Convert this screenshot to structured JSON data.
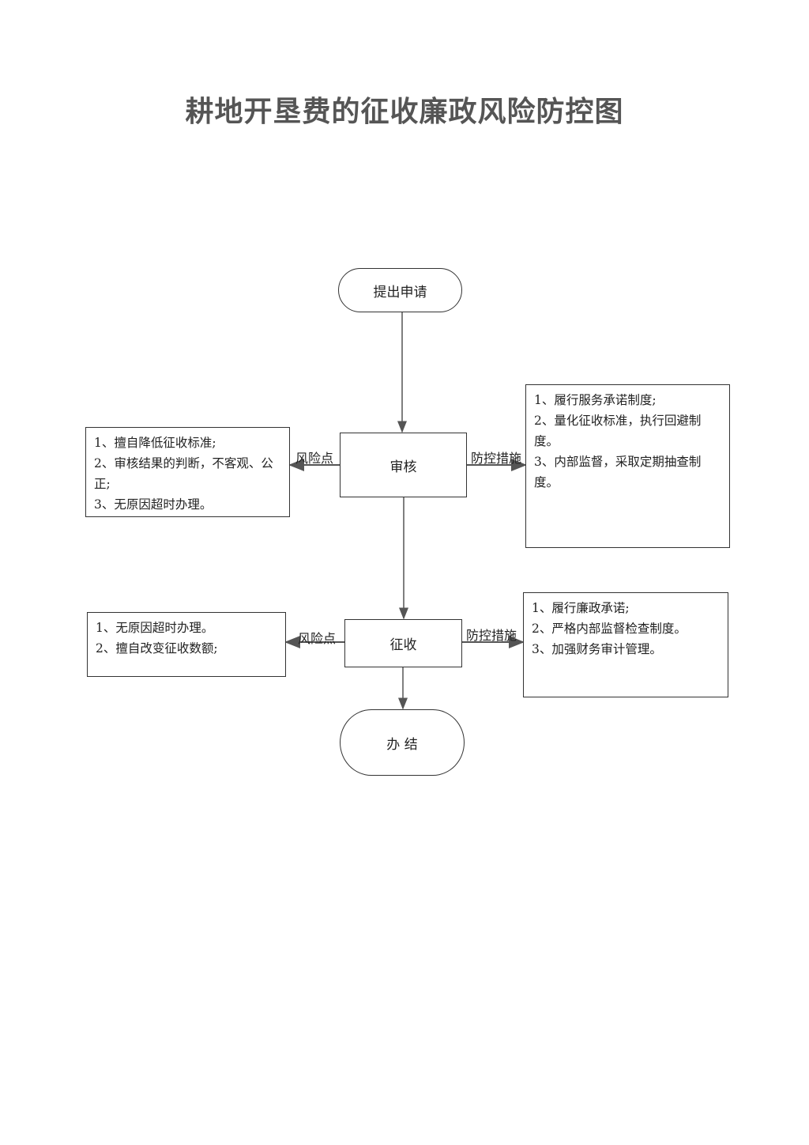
{
  "title": "耕地开垦费的征收廉政风险防控图",
  "nodes": {
    "start": "提出申请",
    "review": "审核",
    "collect": "征收",
    "end": "办 结"
  },
  "labels": {
    "risk": "风险点",
    "control": "防控措施"
  },
  "review_risks": [
    "1、擅自降低征收标准;",
    "2、审核结果的判断，不客观、公正;",
    "3、无原因超时办理。"
  ],
  "review_controls": [
    "1、履行服务承诺制度;",
    "2、量化征收标准，执行回避制度。",
    "3、内部监督，采取定期抽查制度。"
  ],
  "collect_risks": [
    "1、无原因超时办理。",
    "2、擅自改变征收数额;"
  ],
  "collect_controls": [
    "1、履行廉政承诺;",
    "2、严格内部监督检查制度。",
    "3、加强财务审计管理。"
  ]
}
